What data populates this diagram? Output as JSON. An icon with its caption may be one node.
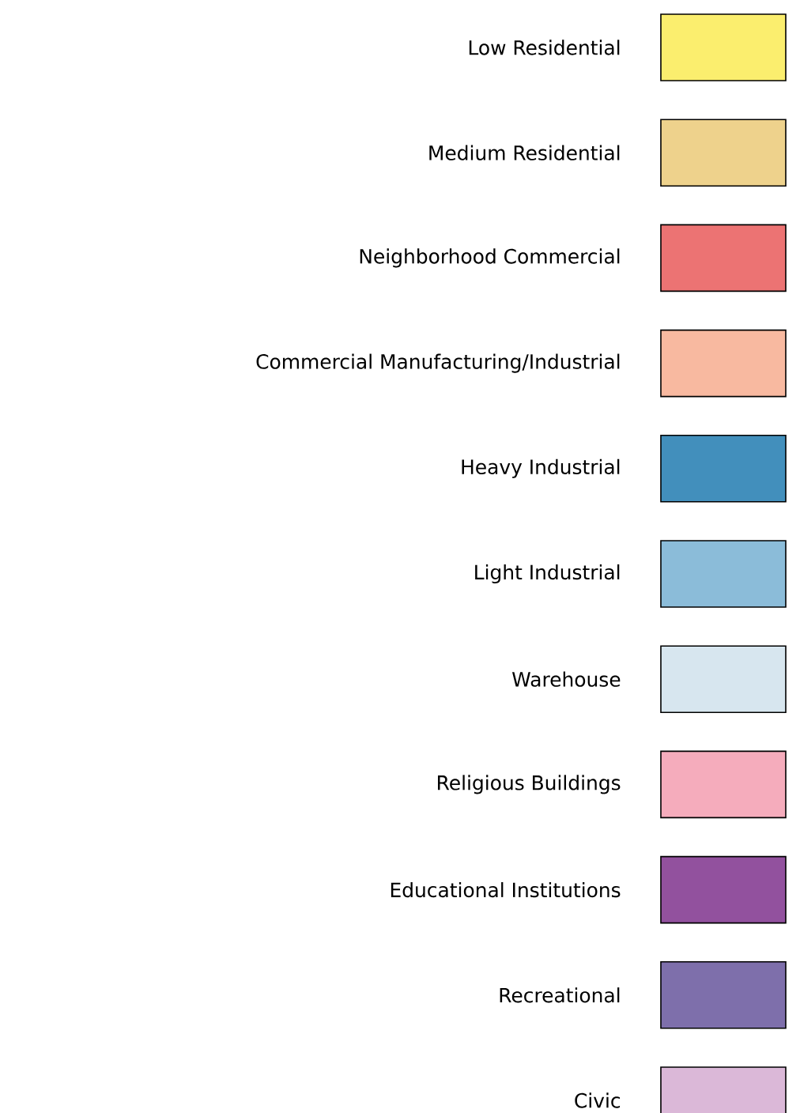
{
  "diagram": {
    "legend": [
      {
        "text": "Low Residential",
        "color": "#fbee6e"
      },
      {
        "text": "Medium Residential",
        "color": "#eed28c"
      },
      {
        "text": "Neighborhood Commercial",
        "color": "#ec7373"
      },
      {
        "text": "Commercial Manufacturing/Industrial",
        "color": "#f8b9a0"
      },
      {
        "text": "Heavy Industrial",
        "color": "#428fbc"
      },
      {
        "text": "Light Industrial",
        "color": "#8bbcd9"
      },
      {
        "text": "Warehouse",
        "color": "#d7e6ef"
      },
      {
        "text": "Religious Buildings",
        "color": "#f5acbc"
      },
      {
        "text": "Educational Institutions",
        "color": "#92519e"
      },
      {
        "text": "Recreational",
        "color": "#7e6fab"
      },
      {
        "text": "Civic",
        "color": "#dbb8d8"
      }
    ]
  }
}
